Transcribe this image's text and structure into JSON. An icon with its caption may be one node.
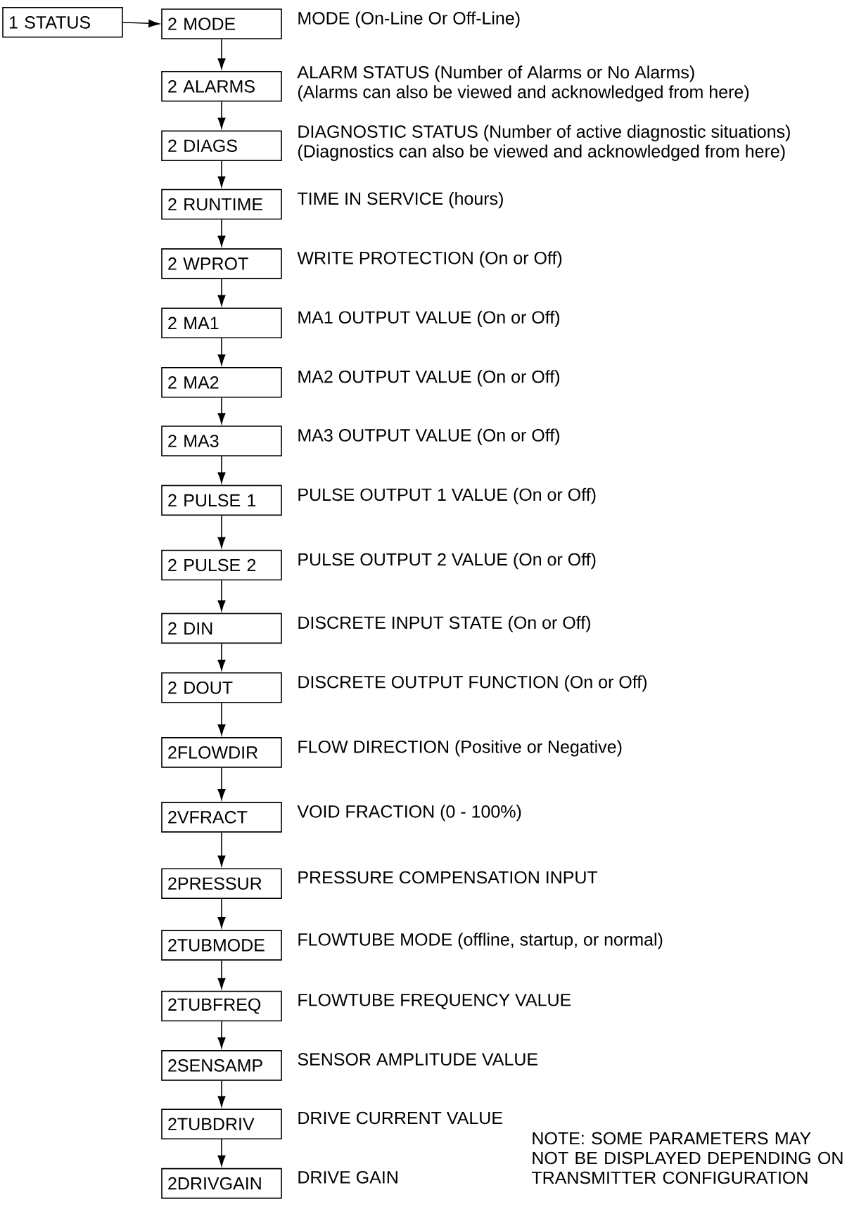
{
  "diagram": {
    "nodes": [
      {
        "text": [
          "1 STATUS"
        ]
      },
      {
        "text": [
          "2 MODE"
        ],
        "beside": [
          "MODE (On-Line Or Off-Line)"
        ]
      },
      {
        "text": [
          "2 ALARMS"
        ],
        "beside": [
          "ALARM STATUS (Number of Alarms or No Alarms)",
          "(Alarms can also be viewed and acknowledged from here)"
        ]
      },
      {
        "text": [
          "2 DIAGS"
        ],
        "beside": [
          "DIAGNOSTIC STATUS (Number of active diagnostic situations)",
          "(Diagnostics can also be viewed and acknowledged from here)"
        ]
      },
      {
        "text": [
          "2 RUNTIME"
        ],
        "beside": [
          "TIME IN SERVICE (hours)"
        ]
      },
      {
        "text": [
          "2 WPROT"
        ],
        "beside": [
          "WRITE PROTECTION (On or Off)"
        ]
      },
      {
        "text": [
          "2 MA1"
        ],
        "beside": [
          "MA1 OUTPUT VALUE (On or Off)"
        ]
      },
      {
        "text": [
          "2 MA2"
        ],
        "beside": [
          "MA2 OUTPUT VALUE (On or Off)"
        ]
      },
      {
        "text": [
          "2 MA3"
        ],
        "beside": [
          "MA3 OUTPUT VALUE (On or Off)"
        ]
      },
      {
        "text": [
          "2 PULSE 1"
        ],
        "beside": [
          "PULSE OUTPUT 1 VALUE (On or Off)"
        ]
      },
      {
        "text": [
          "2 PULSE 2"
        ],
        "beside": [
          "PULSE OUTPUT 2 VALUE (On or Off)"
        ]
      },
      {
        "text": [
          "2 DIN"
        ],
        "beside": [
          "DISCRETE INPUT STATE (On or Off)"
        ]
      },
      {
        "text": [
          "2 DOUT"
        ],
        "beside": [
          "DISCRETE OUTPUT FUNCTION (On or Off)"
        ]
      },
      {
        "text": [
          "2FLOWDIR"
        ],
        "beside": [
          "FLOW DIRECTION (Positive or Negative)"
        ]
      },
      {
        "text": [
          "2VFRACT"
        ],
        "beside": [
          "VOID FRACTION (0 - 100%)"
        ]
      },
      {
        "text": [
          "2PRESSUR"
        ],
        "beside": [
          "PRESSURE COMPENSATION INPUT"
        ]
      },
      {
        "text": [
          "2TUBMODE"
        ],
        "beside": [
          "FLOWTUBE MODE (offline, startup, or normal)"
        ]
      },
      {
        "text": [
          "2TUBFREQ"
        ],
        "beside": [
          "FLOWTUBE FREQUENCY VALUE"
        ]
      },
      {
        "text": [
          "2SENSAMP"
        ],
        "beside": [
          "SENSOR AMPLITUDE VALUE"
        ]
      },
      {
        "text": [
          "2TUBDRIV"
        ],
        "beside": [
          "DRIVE CURRENT VALUE"
        ]
      },
      {
        "text": [
          "2DRIVGAIN"
        ],
        "beside": [
          "DRIVE GAIN"
        ]
      }
    ],
    "edges": [
      {
        "from": 0,
        "to": 1,
        "arrow": "to"
      },
      {
        "from": 1,
        "to": 2,
        "arrow": "to"
      },
      {
        "from": 2,
        "to": 3,
        "arrow": "to"
      },
      {
        "from": 3,
        "to": 4,
        "arrow": "to"
      },
      {
        "from": 4,
        "to": 5,
        "arrow": "to"
      },
      {
        "from": 5,
        "to": 6,
        "arrow": "to"
      },
      {
        "from": 6,
        "to": 7,
        "arrow": "to"
      },
      {
        "from": 7,
        "to": 8,
        "arrow": "to"
      },
      {
        "from": 8,
        "to": 9,
        "arrow": "to"
      },
      {
        "from": 9,
        "to": 10,
        "arrow": "to"
      },
      {
        "from": 10,
        "to": 11,
        "arrow": "to"
      },
      {
        "from": 11,
        "to": 12,
        "arrow": "to"
      },
      {
        "from": 12,
        "to": 13,
        "arrow": "to"
      },
      {
        "from": 13,
        "to": 14,
        "arrow": "to"
      },
      {
        "from": 14,
        "to": 15,
        "arrow": "to"
      },
      {
        "from": 15,
        "to": 16,
        "arrow": "to"
      },
      {
        "from": 16,
        "to": 17,
        "arrow": "to"
      },
      {
        "from": 17,
        "to": 18,
        "arrow": "to"
      },
      {
        "from": 18,
        "to": 19,
        "arrow": "to"
      },
      {
        "from": 19,
        "to": 20,
        "arrow": "to"
      }
    ],
    "labels": [
      "NOTE: SOME PARAMETERS MAY NOT BE DISPLAYED DEPENDING ON TRANSMITTER CONFIGURATION"
    ]
  }
}
